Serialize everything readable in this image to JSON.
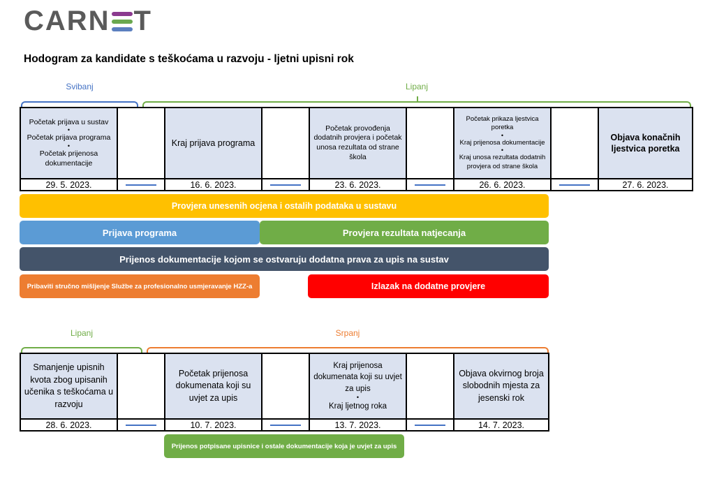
{
  "logo": {
    "text_before": "CARN",
    "text_after": "T",
    "e_colors": [
      "#8b3a8f",
      "#6aa84f",
      "#5b7fbf"
    ]
  },
  "title": "Hodogram za kandidate s teškoćama u razvoju - ljetni upisni rok",
  "section1": {
    "months": [
      {
        "label": "Svibanj",
        "color": "#4472c4"
      },
      {
        "label": "Lipanj",
        "color": "#70ad47"
      }
    ],
    "events": [
      {
        "lines": [
          "Početak prijava u sustav",
          "•",
          "Početak prijava programa",
          "•",
          "Početak prijenosa dokumentacije"
        ],
        "date": "29. 5. 2023."
      },
      {
        "lines": [
          "Kraj prijava programa"
        ],
        "date": "16. 6. 2023."
      },
      {
        "lines": [
          "Početak provođenja dodatnih provjera i početak unosa rezultata od strane škola"
        ],
        "date": "23. 6. 2023."
      },
      {
        "lines": [
          "Početak prikaza ljestvica poretka",
          "•",
          "Kraj prijenosa dokumentacije",
          "•",
          "Kraj unosa rezultata dodatnih provjera od strane škola"
        ],
        "date": "26. 6. 2023."
      },
      {
        "lines": [
          "Objava konačnih ljestvica poretka"
        ],
        "date": "27. 6. 2023."
      }
    ],
    "bars": {
      "b1": {
        "label": "Provjera unesenih ocjena i ostalih podataka u sustavu",
        "color": "#ffc000"
      },
      "b2": {
        "label": "Prijava programa",
        "color": "#5b9bd5"
      },
      "b3": {
        "label": "Provjera rezultata natjecanja",
        "color": "#70ad47"
      },
      "b4": {
        "label": "Prijenos dokumentacije kojom se ostvaruju dodatna prava za upis na sustav",
        "color": "#44546a"
      },
      "b5": {
        "label": "Pribaviti stručno mišljenje Službe za profesionalno usmjeravanje HZZ-a",
        "color": "#ed7d31"
      },
      "b6": {
        "label": "Izlazak na dodatne provjere",
        "color": "#ff0000"
      }
    }
  },
  "section2": {
    "months": [
      {
        "label": "Lipanj",
        "color": "#70ad47"
      },
      {
        "label": "Srpanj",
        "color": "#ed7d31"
      }
    ],
    "events": [
      {
        "lines": [
          "Smanjenje upisnih kvota zbog upisanih učenika s teškoćama u razvoju"
        ],
        "date": "28. 6. 2023."
      },
      {
        "lines": [
          "Početak prijenosa dokumenata koji su uvjet za upis"
        ],
        "date": "10. 7. 2023."
      },
      {
        "lines": [
          "Kraj prijenosa dokumenata koji su uvjet za upis",
          "•",
          "Kraj ljetnog roka"
        ],
        "date": "13. 7. 2023."
      },
      {
        "lines": [
          "Objava okvirnog broja slobodnih mjesta za jesenski rok"
        ],
        "date": "14. 7. 2023."
      }
    ],
    "bars": {
      "b1": {
        "label": "Prijenos potpisane upisnice i ostale dokumentacije koja je uvjet za upis",
        "color": "#70ad47"
      }
    }
  }
}
